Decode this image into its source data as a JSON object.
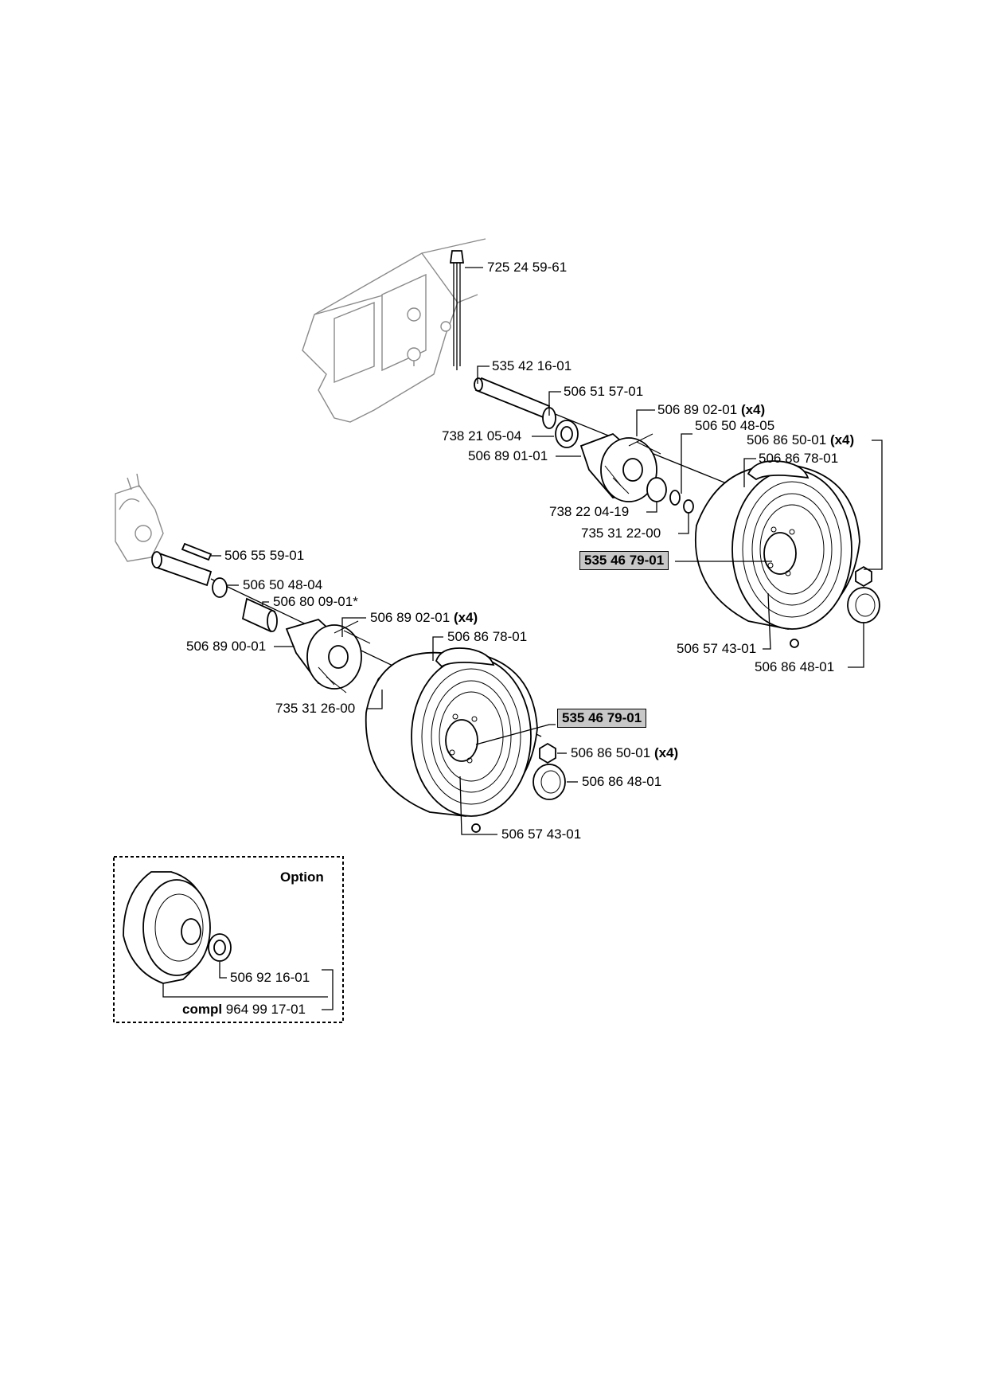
{
  "upper_assembly": {
    "bolt": "725 24 59-61",
    "axle": "535 42 16-01",
    "washer_a": "506 51 57-01",
    "bearing_a": "738 21 05-04",
    "stud_label": "506 89 02-01",
    "stud_qty": "(x4)",
    "hub": "506 89 01-01",
    "washer_b": "506 50 48-05",
    "nut_label": "506 86 50-01",
    "nut_qty": "(x4)",
    "tyre": "506 86 78-01",
    "bearing_b": "738 22 04-19",
    "clip": "735 31 22-00",
    "wheel_compl": "535 46 79-01",
    "valve": "506 57 43-01",
    "cap": "506 86 48-01"
  },
  "lower_assembly": {
    "key": "506 55 59-01",
    "washer": "506 50 48-04",
    "spacer": "506 80 09-01*",
    "stud_label": "506 89 02-01",
    "stud_qty": "(x4)",
    "tyre": "506 86 78-01",
    "hub": "506 89 00-01",
    "clip": "735 31 26-00",
    "wheel_compl": "535 46 79-01",
    "nut_label": "506 86 50-01",
    "nut_qty": "(x4)",
    "cap": "506 86 48-01",
    "valve": "506 57 43-01"
  },
  "option_box": {
    "title": "Option",
    "bearing": "506 92 16-01",
    "compl_prefix": "compl",
    "compl_number": "964 99 17-01"
  }
}
